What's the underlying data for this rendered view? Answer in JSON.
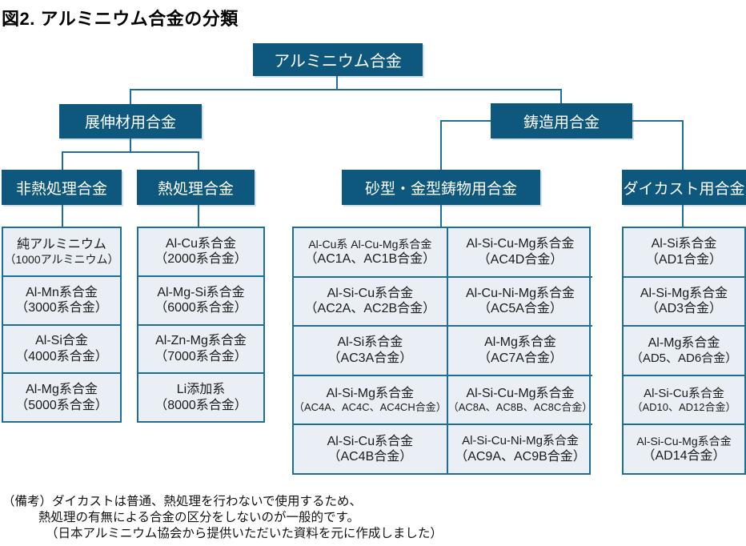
{
  "title": "図2. アルミニウム合金の分類",
  "colors": {
    "node_fill": "#0e587e",
    "connector_line": "#1c6f9b",
    "cell_fill": "#e9eff5",
    "node_text": "#ffffff",
    "body_text": "#1a1a1a"
  },
  "nodes": {
    "root": "アルミニウム合金",
    "wrought": "展伸材用合金",
    "casting": "鋳造用合金",
    "non_heat_treatable": "非熱処理合金",
    "heat_treatable": "熱処理合金",
    "mold_casting": "砂型・金型鋳物用合金",
    "die_casting": "ダイカスト用合金"
  },
  "cells": {
    "non_heat": [
      {
        "name": "純アルミニウム",
        "code": "（1000アルミニウム）"
      },
      {
        "name": "Al-Mn系合金",
        "code": "（3000系合金）"
      },
      {
        "name": "Al-Si合金",
        "code": "（4000系合金）"
      },
      {
        "name": "Al-Mg系合金",
        "code": "（5000系合金）"
      }
    ],
    "heat": [
      {
        "name": "Al-Cu系合金",
        "code": "（2000系合金）"
      },
      {
        "name": "Al-Mg-Si系合金",
        "code": "（6000系合金）"
      },
      {
        "name": "Al-Zn-Mg系合金",
        "code": "（7000系合金）"
      },
      {
        "name": "Li添加系",
        "code": "（8000系合金）"
      }
    ],
    "mold_left": [
      {
        "name": "Al-Cu系 Al-Cu-Mg系合金",
        "code": "（AC1A、AC1B合金）"
      },
      {
        "name": "Al-Si-Cu系合金",
        "code": "（AC2A、AC2B合金）"
      },
      {
        "name": "Al-Si系合金",
        "code": "（AC3A合金）"
      },
      {
        "name": "Al-Si-Mg系合金",
        "code": "（AC4A、AC4C、AC4CH合金）"
      },
      {
        "name": "Al-Si-Cu系合金",
        "code": "（AC4B合金）"
      }
    ],
    "mold_right": [
      {
        "name": "Al-Si-Cu-Mg系合金",
        "code": "（AC4D合金）"
      },
      {
        "name": "Al-Cu-Ni-Mg系合金",
        "code": "（AC5A合金）"
      },
      {
        "name": "Al-Mg系合金",
        "code": "（AC7A合金）"
      },
      {
        "name": "Al-Si-Cu-Mg系合金",
        "code": "（AC8A、AC8B、AC8C合金）"
      },
      {
        "name": "Al-Si-Cu-Ni-Mg系合金",
        "code": "（AC9A、AC9B合金）"
      }
    ],
    "die_cast": [
      {
        "name": "Al-Si系合金",
        "code": "（AD1合金）"
      },
      {
        "name": "Al-Si-Mg系合金",
        "code": "（AD3合金）"
      },
      {
        "name": "Al-Mg系合金",
        "code": "（AD5、AD6合金）"
      },
      {
        "name": "Al-Si-Cu系合金",
        "code": "（AD10、AD12合金）"
      },
      {
        "name": "Al-Si-Cu-Mg系合金",
        "code": "（AD14合金）"
      }
    ]
  },
  "notes": [
    "（備考）ダイカストは普通、熱処理を行わないで使用するため、",
    "熱処理の有無による合金の区分をしないのが一般的です。",
    "（日本アルミニウム協会から提供いただいた資料を元に作成しました）"
  ]
}
